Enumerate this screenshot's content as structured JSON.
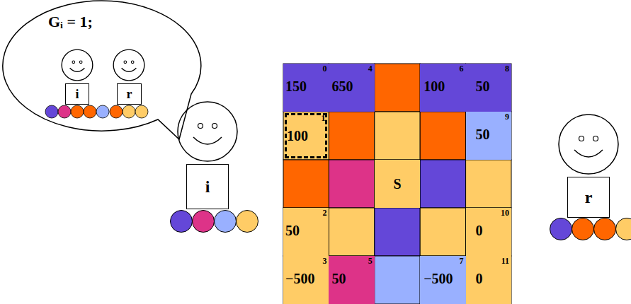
{
  "diagram": {
    "nodes": [
      {
        "text": [
          "Gᵢ = 1;"
        ]
      },
      {
        "text": [
          "i"
        ],
        "in": 0
      },
      {
        "text": [
          "r"
        ],
        "in": 0
      },
      {
        "text": [
          "0",
          "150"
        ]
      },
      {
        "text": [
          "4",
          "650"
        ]
      },
      {
        "text": [
          "6",
          "100"
        ]
      },
      {
        "text": [
          "8",
          "50"
        ]
      },
      {
        "text": [
          "1",
          "100"
        ]
      },
      {
        "text": [
          "9",
          "50"
        ]
      },
      {
        "text": [
          "S"
        ]
      },
      {
        "text": [
          "2",
          "50"
        ]
      },
      {
        "text": [
          "10",
          "0"
        ]
      },
      {
        "text": [
          "3",
          "−500"
        ]
      },
      {
        "text": [
          "5",
          "50"
        ]
      },
      {
        "text": [
          "7",
          "−500"
        ]
      },
      {
        "text": [
          "11",
          "0"
        ]
      },
      {
        "text": [
          "i"
        ]
      },
      {
        "text": [
          "r"
        ]
      }
    ]
  }
}
